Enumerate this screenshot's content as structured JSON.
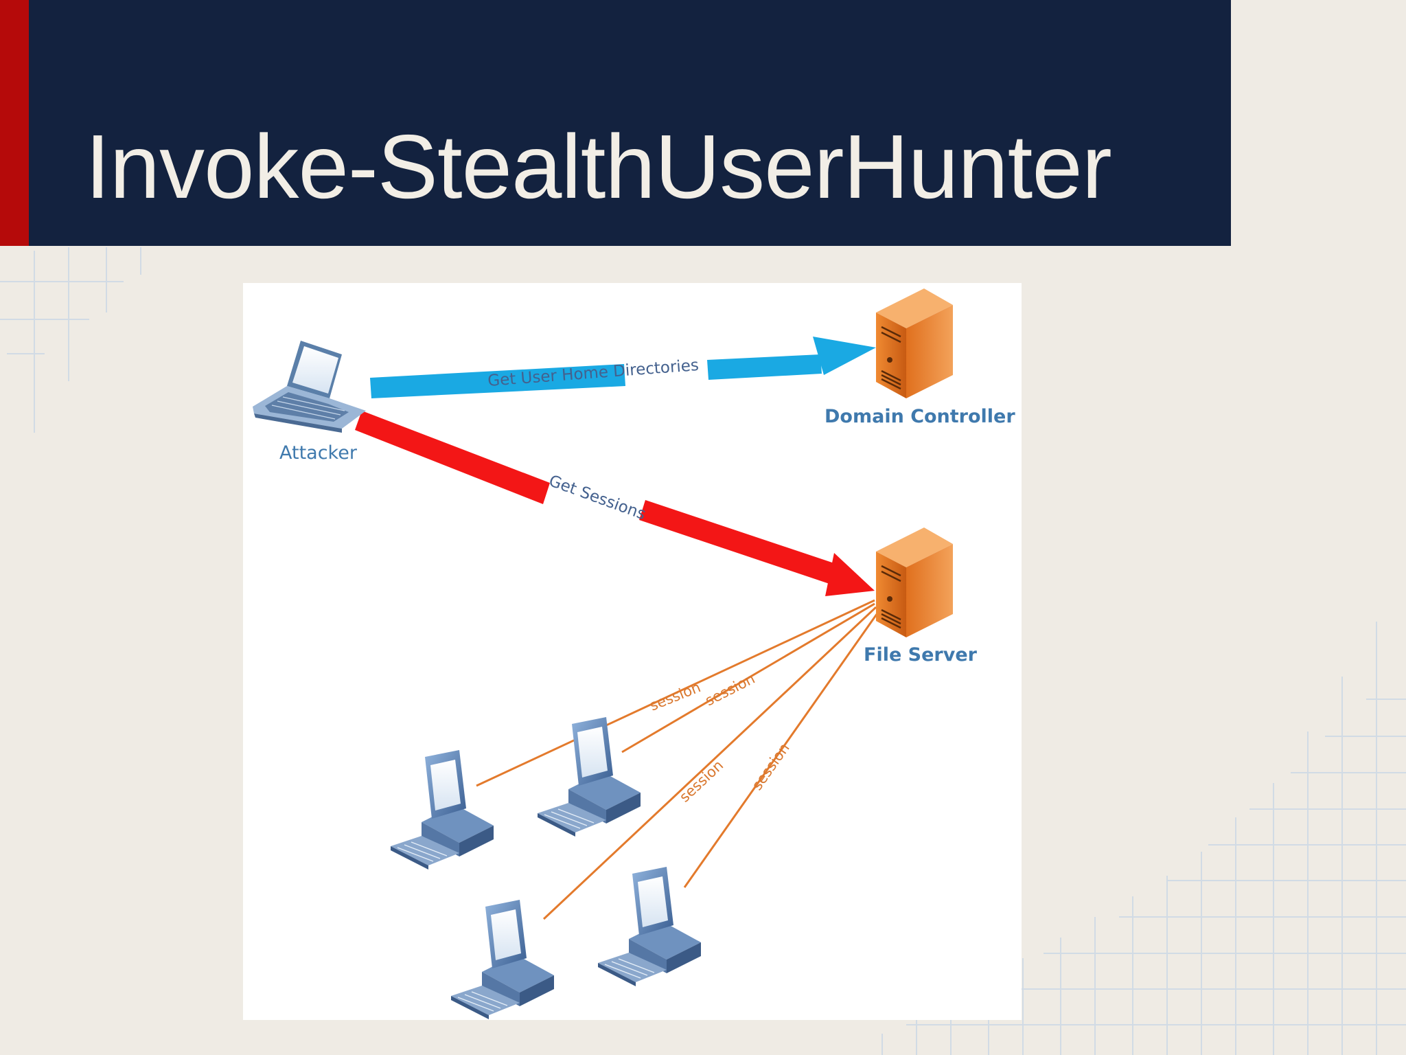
{
  "slide": {
    "title": "Invoke-StealthUserHunter"
  },
  "colors": {
    "title_bar": "#13223f",
    "accent": "#b50a0a",
    "background": "#efebe4",
    "query_arrow": "#1aa9e3",
    "session_arrow": "#f31616",
    "session_line": "#e37a2c",
    "label_blue": "#3f79ad"
  },
  "diagram": {
    "nodes": {
      "attacker": {
        "label": "Attacker",
        "icon": "laptop-icon"
      },
      "domain_controller": {
        "label": "Domain Controller",
        "icon": "server-icon"
      },
      "file_server": {
        "label": "File Server",
        "icon": "server-icon"
      },
      "workstations": {
        "icon": "desktop-computer-icon",
        "count": 4
      }
    },
    "edges": {
      "home_dirs": "Get User Home Directories",
      "sessions": "Get Sessions",
      "session_labels": [
        "session",
        "session",
        "session",
        "session"
      ]
    }
  }
}
